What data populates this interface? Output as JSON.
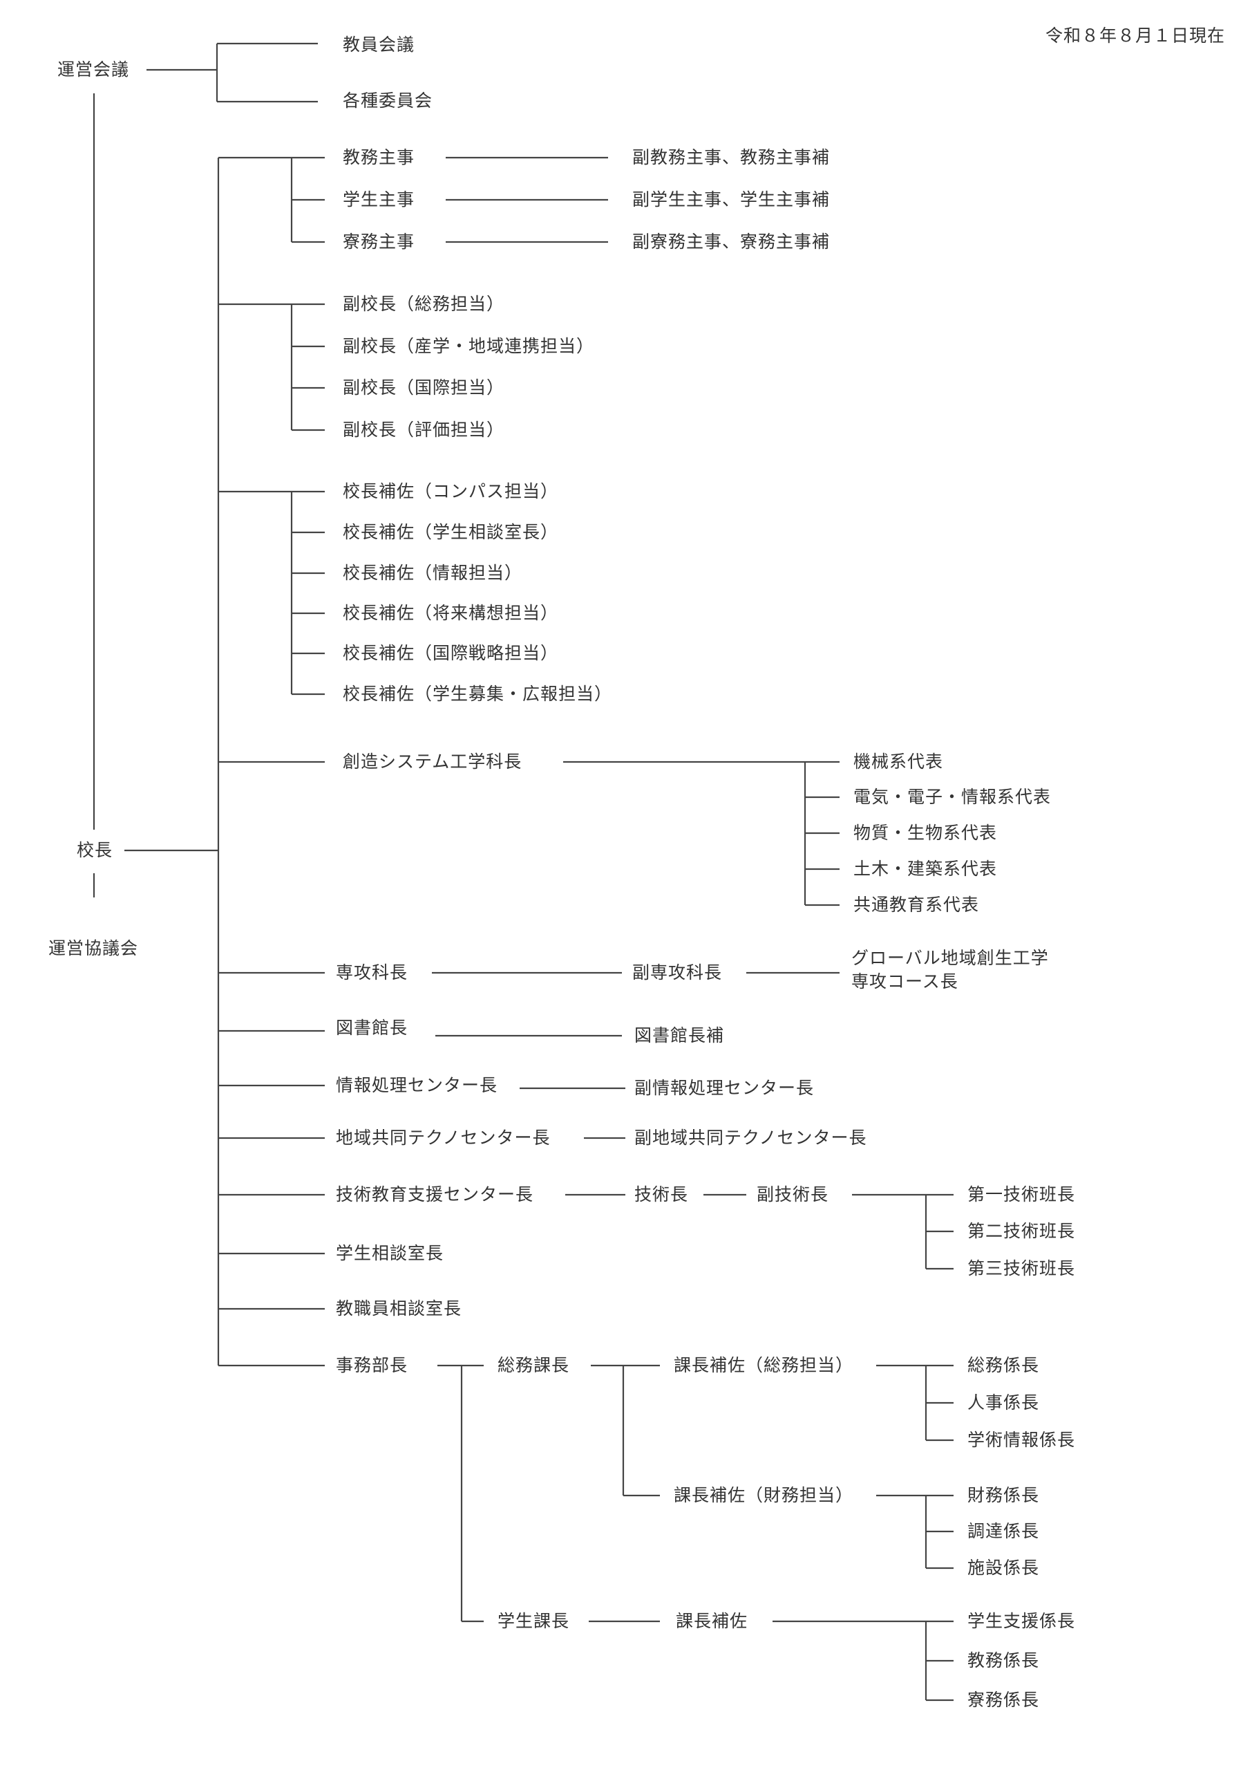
{
  "date": "令和８年８月１日現在",
  "top": {
    "operations_council": "運営会議",
    "faculty_meeting": "教員会議",
    "committees": "各種委員会",
    "president": "校長",
    "advisory_council": "運営協議会"
  },
  "deans": [
    {
      "title": "教務主事",
      "deputy": "副教務主事、教務主事補"
    },
    {
      "title": "学生主事",
      "deputy": "副学生主事、学生主事補"
    },
    {
      "title": "寮務主事",
      "deputy": "副寮務主事、寮務主事補"
    }
  ],
  "vice_presidents": [
    "副校長（総務担当）",
    "副校長（産学・地域連携担当）",
    "副校長（国際担当）",
    "副校長（評価担当）"
  ],
  "assistants": [
    "校長補佐（コンパス担当）",
    "校長補佐（学生相談室長）",
    "校長補佐（情報担当）",
    "校長補佐（将来構想担当）",
    "校長補佐（国際戦略担当）",
    "校長補佐（学生募集・広報担当）"
  ],
  "engineering": {
    "head": "創造システム工学科長",
    "reps": [
      "機械系代表",
      "電気・電子・情報系代表",
      "物質・生物系代表",
      "土木・建築系代表",
      "共通教育系代表"
    ]
  },
  "advanced": {
    "head": "専攻科長",
    "deputy": "副専攻科長",
    "course_line1": "グローバル地域創生工学",
    "course_line2": "専攻コース長"
  },
  "library": {
    "head": "図書館長",
    "assistant": "図書館長補"
  },
  "info_center": {
    "head": "情報処理センター長",
    "deputy": "副情報処理センター長"
  },
  "techno_center": {
    "head": "地域共同テクノセンター長",
    "deputy": "副地域共同テクノセンター長"
  },
  "tech_support": {
    "head": "技術教育支援センター長",
    "chief": "技術長",
    "deputy": "副技術長",
    "teams": [
      "第一技術班長",
      "第二技術班長",
      "第三技術班長"
    ]
  },
  "student_counseling": "学生相談室長",
  "staff_counseling": "教職員相談室長",
  "admin": {
    "head": "事務部長",
    "general_manager": "総務課長",
    "asst_general": "課長補佐（総務担当）",
    "general_units": [
      "総務係長",
      "人事係長",
      "学術情報係長"
    ],
    "asst_finance": "課長補佐（財務担当）",
    "finance_units": [
      "財務係長",
      "調達係長",
      "施設係長"
    ],
    "student_manager": "学生課長",
    "asst_student": "課長補佐",
    "student_units": [
      "学生支援係長",
      "教務係長",
      "寮務係長"
    ]
  }
}
